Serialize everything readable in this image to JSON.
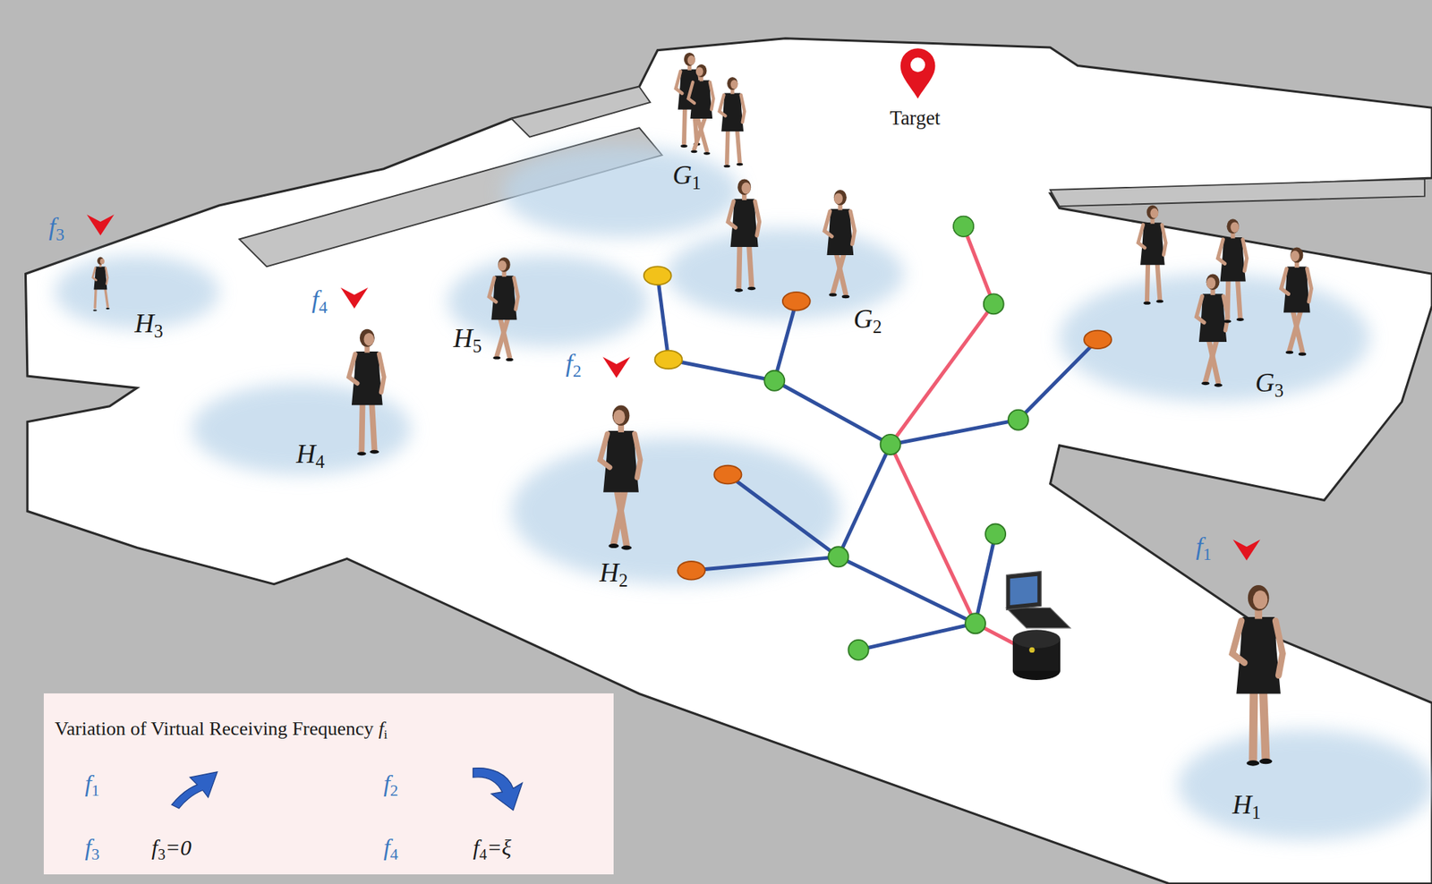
{
  "diagram": {
    "nodes": [
      {
        "text": [
          "Variation of Virtual Receiving Frequency fi",
          "f1",
          "f2",
          "f3",
          "f3=0",
          "f4",
          "f4=ξ"
        ]
      }
    ],
    "labels": [
      "Target",
      "G1",
      "G2",
      "G3",
      "H1",
      "H2",
      "H3",
      "H4",
      "H5",
      "f1",
      "f2",
      "f3",
      "f4"
    ]
  }
}
